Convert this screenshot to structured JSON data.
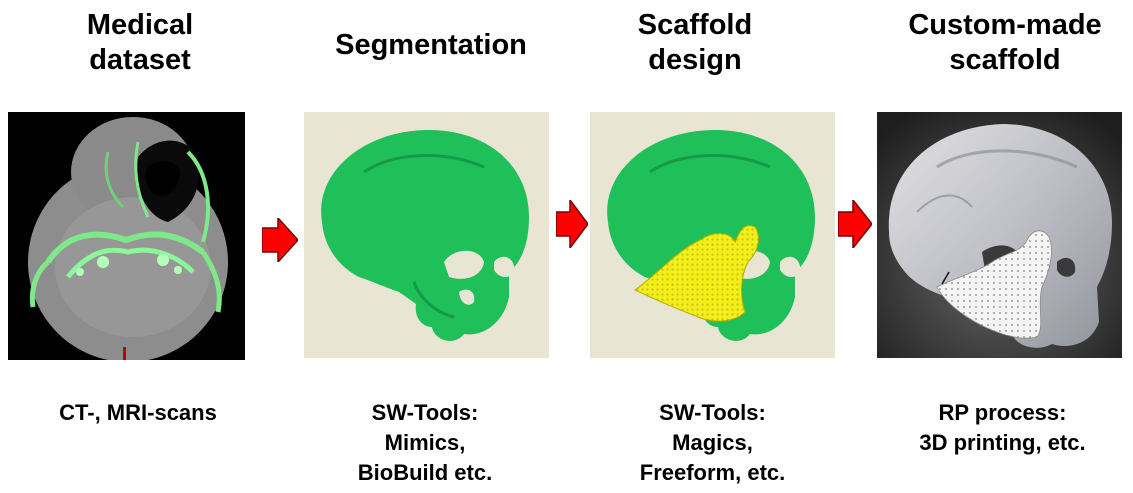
{
  "stages": [
    {
      "title": "Medical\ndataset",
      "caption": "CT-, MRI-scans",
      "image": "ct-scan-slice"
    },
    {
      "title": "Segmentation",
      "caption": "SW-Tools:\nMimics,\nBioBuild etc.",
      "image": "segmented-skull-3d-model"
    },
    {
      "title": "Scaffold\ndesign",
      "caption": "SW-Tools:\nMagics,\nFreeform, etc.",
      "image": "skull-with-scaffold-design"
    },
    {
      "title": "Custom-made\nscaffold",
      "caption": "RP process:\n3D printing, etc.",
      "image": "printed-skull-photo"
    }
  ],
  "colors": {
    "arrow_fill": "#ff0000",
    "skull_green": "#1fbf5a",
    "scaffold_yellow": "#f2ef1a",
    "panel_background": "#e9e5d3"
  },
  "icons": [
    "right-arrow-icon"
  ]
}
